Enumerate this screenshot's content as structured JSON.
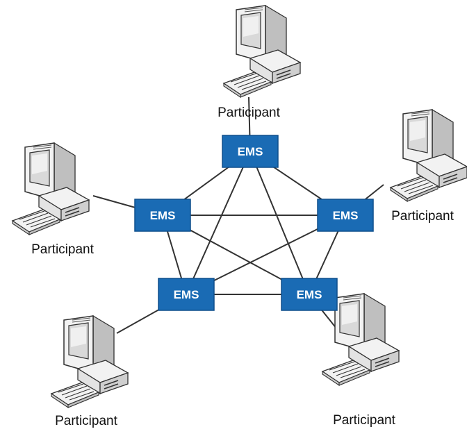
{
  "diagram": {
    "colors": {
      "ems_fill": "#1a6bb4",
      "ems_border": "#0f4f8c",
      "link": "#333333",
      "computer_body": "#f2f2f2",
      "computer_outline": "#333333",
      "screen": "#d9d9d9"
    },
    "ems_nodes": [
      {
        "id": "top",
        "label": "EMS"
      },
      {
        "id": "left",
        "label": "EMS"
      },
      {
        "id": "right",
        "label": "EMS"
      },
      {
        "id": "bottom-left",
        "label": "EMS"
      },
      {
        "id": "bottom-right",
        "label": "EMS"
      }
    ],
    "participants": [
      {
        "id": "top",
        "label": "Participant",
        "icon": "computer-icon"
      },
      {
        "id": "left",
        "label": "Participant",
        "icon": "computer-icon"
      },
      {
        "id": "right",
        "label": "Participant",
        "icon": "computer-icon"
      },
      {
        "id": "bottom-left",
        "label": "Participant",
        "icon": "computer-icon"
      },
      {
        "id": "bottom-right",
        "label": "Participant",
        "icon": "computer-icon"
      }
    ],
    "mesh_links": [
      [
        "top",
        "left"
      ],
      [
        "top",
        "right"
      ],
      [
        "top",
        "bottom-left"
      ],
      [
        "top",
        "bottom-right"
      ],
      [
        "left",
        "right"
      ],
      [
        "left",
        "bottom-left"
      ],
      [
        "left",
        "bottom-right"
      ],
      [
        "right",
        "bottom-left"
      ],
      [
        "right",
        "bottom-right"
      ],
      [
        "bottom-left",
        "bottom-right"
      ]
    ],
    "participant_links": [
      [
        "top",
        "top"
      ],
      [
        "left",
        "left"
      ],
      [
        "right",
        "right"
      ],
      [
        "bottom-left",
        "bottom-left"
      ],
      [
        "bottom-right",
        "bottom-right"
      ]
    ]
  }
}
